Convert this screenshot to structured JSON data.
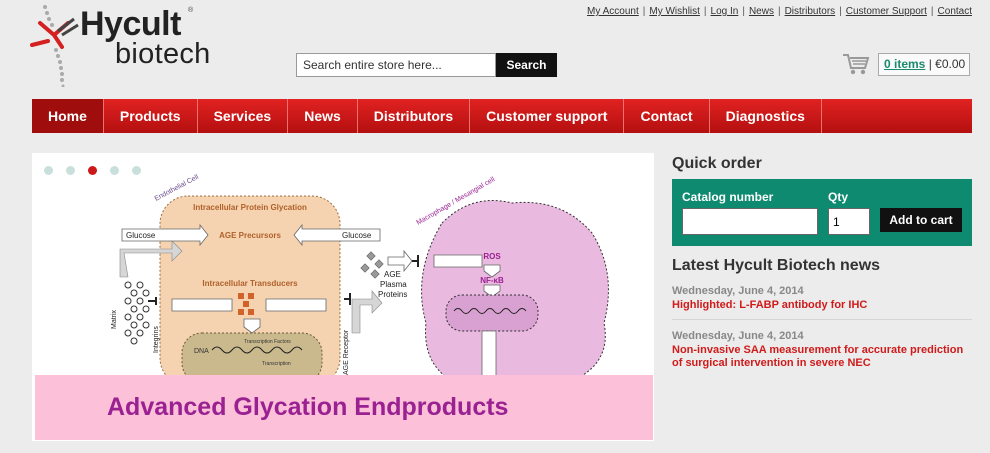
{
  "brand": {
    "word1": "Hycult",
    "word2": "biotech",
    "reg": "®"
  },
  "toplinks": [
    "My Account",
    "My Wishlist",
    "Log In",
    "News",
    "Distributors",
    "Customer Support",
    "Contact"
  ],
  "search": {
    "placeholder": "Search entire store here...",
    "button": "Search"
  },
  "cart": {
    "items_link": "0 items",
    "total": "| €0.00"
  },
  "nav": [
    "Home",
    "Products",
    "Services",
    "News",
    "Distributors",
    "Customer support",
    "Contact",
    "Diagnostics"
  ],
  "slider": {
    "active_dot": 3,
    "caption": "Advanced Glycation Endproducts",
    "diagram": {
      "endothelial": "Endothelial Cell",
      "macrophage": "Macrophage / Mesangial cell",
      "glycation": "Intracellular Protein Glycation",
      "age_precursors": "AGE Precursors",
      "glucose": "Glucose",
      "transducers": "Intracellular Transducers",
      "transcription_factors": "Transcription Factors",
      "dna": "DNA",
      "transcription": "Transcription",
      "age": "AGE",
      "plasma": "Plasma",
      "proteins": "Proteins",
      "ros": "ROS",
      "nfkb": "NF-κB",
      "matrix": "Matrix",
      "integrins": "Integrins",
      "age_receptor": "AGE Receptor"
    }
  },
  "quick_order": {
    "title": "Quick order",
    "catalog_label": "Catalog number",
    "qty_label": "Qty",
    "qty_value": "1",
    "button": "Add to cart"
  },
  "news": {
    "title": "Latest Hycult Biotech news",
    "items": [
      {
        "date": "Wednesday, June 4, 2014",
        "text": "Highlighted: L-FABP antibody for IHC"
      },
      {
        "date": "Wednesday, June 4, 2014",
        "text": "Non-invasive SAA measurement for accurate prediction of surgical intervention in severe NEC"
      }
    ]
  },
  "colors": {
    "nav_red": "#cc1818",
    "teal": "#0e8a70",
    "news_red": "#d11a1a",
    "banner_pink": "#fcc0d8",
    "banner_text": "#9a2191"
  }
}
